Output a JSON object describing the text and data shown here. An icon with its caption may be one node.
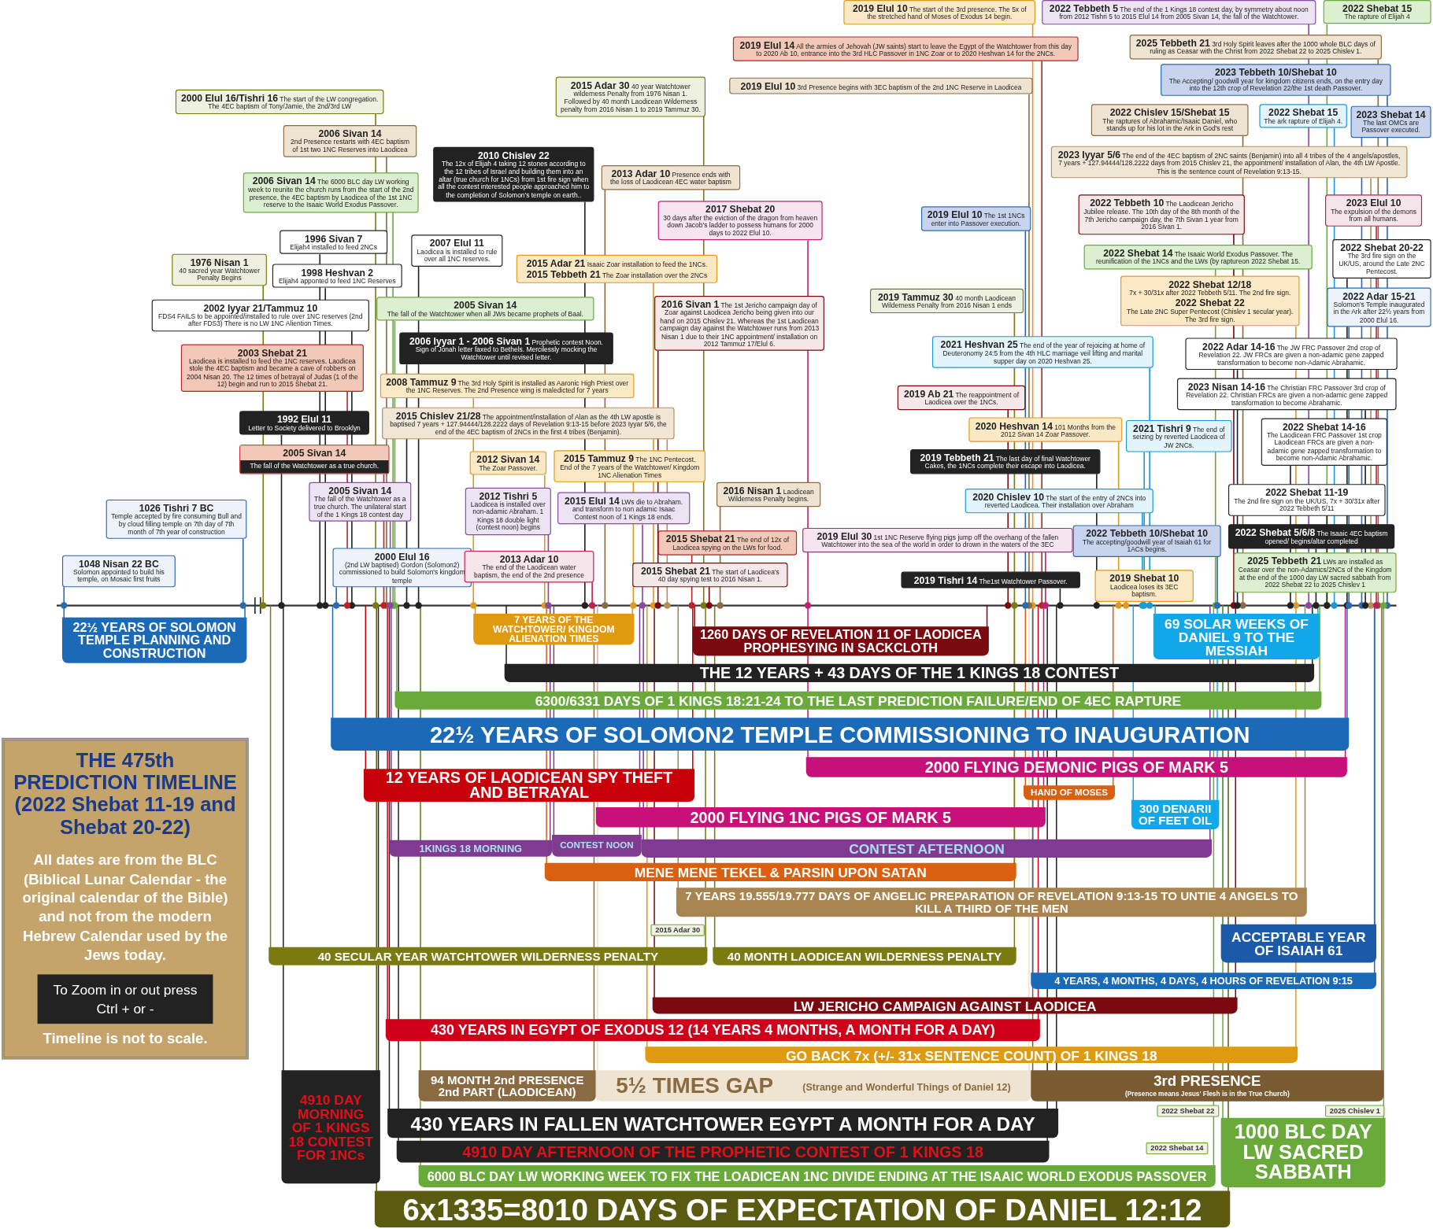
{
  "diagram": {
    "title": "THE 475th PREDICTION TIMELINE (2022 Shebat 11-19 and Shebat 20-22)",
    "nodes": [
      {
        "text": [
          "2000 Elul 16/Tishri 16",
          "The start of the LW congregation. The 4EC baptism of Tony/Jamie, the 2nd/3rd LW"
        ]
      },
      {
        "text": [
          "2006 Sivan 14",
          "2nd Presence restarts with 4EC baptism of 1st two 1NC Reserves into Laodicea"
        ]
      },
      {
        "text": [
          "2006 Sivan 14",
          "The 6000 BLC day LW working week to reunite the church runs from the start of the 2nd presence, the 4EC baptism by Laodicea of the 1st 1NC reserve to the Isaaic World Exodus Passover."
        ]
      },
      {
        "text": [
          "1996 Sivan 7",
          "Elijah4 installed to feed 2NCs"
        ]
      },
      {
        "text": [
          "1976 Nisan 1",
          "40 sacred year Watchtower Penalty Begins"
        ]
      },
      {
        "text": [
          "1998 Heshvan 2",
          "Elijah4 apponted to feed 1NC Reserves"
        ]
      },
      {
        "text": [
          "2002 Iyyar 21/Tammuz 10",
          "FDS4 FAILS to be appointed/installed to rule over 1NC reserves (2nd after FDS3) There is no LW 1NC Aliention Times."
        ]
      },
      {
        "text": [
          "2010 Chislev 22",
          "The 12x of Elijah 4 taking 12 stones according to the 12 tribes of Israel and building them into an altar (true church for 1NCs) from 1st fire sign when all the contest interested people approached him to the completion of Solomon's temple on earth.."
        ]
      },
      {
        "text": [
          "2007 Elul 11",
          "Laodicea is installed to rule over all 1NC reserves."
        ]
      },
      {
        "text": [
          "2005 Sivan 14",
          "The fall of the Watchtower when all JWs became prophets of Baal."
        ]
      },
      {
        "text": [
          "2003 Shebat 21",
          "Laodicea is installed to feed the 1NC reserves. Laodicea stole the 4EC baptism and became a cave of robbers on 2004 Nisan 20. The 12 times of betrayal of Judas (1 of the 12) begin and run to 2015 Shebat 21."
        ]
      },
      {
        "text": [
          "1992 Elul 11",
          "Letter to Society delivered to Brooklyn"
        ]
      },
      {
        "text": [
          "2005 Sivan 14",
          "The fall of the Watchtower as a true church."
        ]
      },
      {
        "text": [
          "2006 Iyyar 1 - 2006 Sivan 1",
          "Prophetic contest Noon. Sign of Jonah letter faxed to Bethels. Mercilessly mocking the Watchtower until revised letter."
        ]
      },
      {
        "text": [
          "2008 Tammuz 9",
          "The 3rd Holy Spirit is installed as Aaronic High Priest over the 1NC Reserves. The 2nd Presence wing is maledicted for 7 years"
        ]
      },
      {
        "text": [
          "2015 Chislev 21/28",
          "The appointment/installation of Alan as the 4th LW apostle is baptised 7 years + 127.94444/128.2222 days of Revelation 9:13-15 before 2023 Iyyar 5/6, the end of the 4EC baptism of 2NCs in the first 4 tribes (Benjamin)."
        ]
      },
      {
        "text": [
          "1026 Tishri 7 BC",
          "Temple accepted by fire consuming Bull and by cloud filling temple on 7th day of 7th month of 7th year of construction"
        ]
      },
      {
        "text": [
          "1048 Nisan 22 BC",
          "Solomon appointed to build his temple, on Mosaic first fruits"
        ]
      },
      {
        "text": [
          "2005 Sivan 14",
          "The fall of the Watchtower as a true church. The unilateral start of the 1 Kings 18 contest day"
        ]
      },
      {
        "text": [
          "2000 Elul 16",
          "(2nd LW baptised) Gordon (Solomon2) commissioned to build Solomon's kingdom temple"
        ]
      },
      {
        "text": [
          "2012 Sivan 14",
          "The Zoar Passover."
        ]
      },
      {
        "text": [
          "2012 Tishri 5",
          "Laodicea is installed over non-adamic Abraham. 1 Kings 18 double light (contest noon) begins"
        ]
      },
      {
        "text": [
          "2013 Adar 10",
          "The end of the Laodicean water baptism, the end of the 2nd presence"
        ]
      },
      {
        "text": [
          "2015 Tammuz 9",
          "The 1NC Pentecost. End of the 7 years of the Watchtower/ Kingdom 1NC Alienation Times"
        ]
      },
      {
        "text": [
          "2015 Elul 14",
          "LWs die to Abraham. and transform to non adamic Isaac Contest noon of 1 Kings 18 ends."
        ]
      },
      {
        "text": [
          "2015 Adar 30",
          "40 year Watchtower wilderness Penalty from 1976 Nisan 1. Followed by 40 month Laodicean Wilderness penalty from 2016 Nisan 1 to 2019 Tammuz 30."
        ]
      },
      {
        "text": [
          "2013 Adar 10",
          "Presence ends with the loss of Laodicean 4EC water baptism"
        ]
      },
      {
        "text": [
          "2017 Shebat 20",
          "30 days after the eviction of the dragon from heaven down Jacob's ladder to possess humans for 2000 days to 2022 Elul 10."
        ]
      },
      {
        "text": [
          "2015 Adar 21",
          "Isaaic Zoar installation to feed the 1NCs.",
          "2015 Tebbeth 21",
          "The Zoar installation over the 2NCs"
        ]
      },
      {
        "text": [
          "2016 Sivan 1",
          "The 1st Jericho campaign day of Zoar against Laodicea Jericho being given into our hand on 2015 Chislev 21. Whereas the 1st Laodicean campaign day against the Watchtower runs from 2013 Nisan 1 due to their 1NC appointment/ installation on 2012 Tammuz 17/Elul 6."
        ]
      },
      {
        "text": [
          "2016 Nisan 1",
          "Laodicean Wilderness Penalty begins."
        ]
      },
      {
        "text": [
          "2015 Shebat 21",
          "The end of 12x of Laodicea spying on the LWs for food."
        ]
      },
      {
        "text": [
          "2015 Shebat 21",
          "The start of Laodicea's 40 day spying test to 2016 Nisan 1."
        ]
      },
      {
        "text": [
          "2019 Elul 10",
          "The start of the 3rd presence. The 5x of the stretched hand of Moses of Exodus 14 begin."
        ]
      },
      {
        "text": [
          "2022 Tebbeth 5",
          "The end of the 1 Kings 18 contest day, by symmetry about noon from 2012 Tishri 5 to 2015 Elul 14 from 2005 Sivan 14, the fall of the Watchtower."
        ]
      },
      {
        "text": [
          "2022 Shebat 15",
          "The rapture of Elijah 4"
        ]
      },
      {
        "text": [
          "2019 Elul 14",
          "All the armies of Jehovah (JW saints) start to leave the Egypt of the Watchtower from this day to 2020 Ab 10, entrance into the 3rd HLC Passover in 1NC Zoar or to 2020 Heshvan 14 for the 2NCs."
        ]
      },
      {
        "text": [
          "2025 Tebbeth 21",
          "3rd Holy Spirit leaves after the 1000 whole BLC days of ruling as Ceasar with the Christ from 2022 Shebat 22 to 2025 Chislev 1."
        ]
      },
      {
        "text": [
          "2019 Elul 10",
          "3rd Presence begins with 3EC baptism of the 2nd 1NC Reserve in Laodicea"
        ]
      },
      {
        "text": [
          "2023 Tebbeth 10/Shebat 10",
          "The Accepting/ goodwill year for kingdom citizens ends, on the entry day into the 12th crop of Revelation 22/the 1st death Passover."
        ]
      },
      {
        "text": [
          "2022 Chislev 15/Shebat 15",
          "The raptures of Abrahamic/Isaaic Daniel, who stands up for his lot in the Ark in God's rest"
        ]
      },
      {
        "text": [
          "2022 Shebat 15",
          "The ark rapture of Elijah 4."
        ]
      },
      {
        "text": [
          "2023 Shebat 14",
          "The last OMCs are Passover executed."
        ]
      },
      {
        "text": [
          "2023 Iyyar 5/6",
          "The end of the 4EC baptism of 2NC saints (Benjamin) into all 4 tribes of the 4 angels/apostles, 7 years + 127.94444/128.2222 days from 2015 Chislev 21, the appointment/ installation of Alan, the 4th LW Apostle. This is the sentence count of Revelation 9:13-15."
        ]
      },
      {
        "text": [
          "2019 Elul 10",
          "The 1st 1NCs enter into Passover execution."
        ]
      },
      {
        "text": [
          "2022 Tebbeth 10",
          "The Laodicean Jericho Jubilee release. The 10th day of the 8th month of the 7th Jericho campaign day, the 7th Sivan 1 year from 2016 Sivan 1."
        ]
      },
      {
        "text": [
          "2023 Elul 10",
          "The expulsion of the demons from all humans."
        ]
      },
      {
        "text": [
          "2022 Shebat 14",
          "The Isaaic World Exodus Passover. The reunification of the 1NCs and the LWs (by raptureon 2022 Shebat 15."
        ]
      },
      {
        "text": [
          "2022 Shebat 20-22",
          "The 3rd fire sign on the UK/US, around the Late 2NC Pentecost."
        ]
      },
      {
        "text": [
          "2019 Tammuz 30",
          "40 month Laodicean Wilderness Penalty from 2016 Nisan 1 ends"
        ]
      },
      {
        "text": [
          "2022 Shebat 12/18",
          "7x + 30/31x after 2022 Tebbeth 5/11. The 2nd fire sign.",
          "2022 Shebat 22",
          "The Late 2NC Super Pentecost (Chislev 1 secular year). The 3rd fire sign."
        ]
      },
      {
        "text": [
          "2022 Adar 15-21",
          "Solomon's Temple inaugurated in the Ark after 22½ years from 2000 Elul 16."
        ]
      },
      {
        "text": [
          "2021 Heshvan 25",
          "The end of the year of rejoicing at home of Deuteronomy 24:5 from the 4th HLC marriage veil lifting and marital supper day on 2020 Heshvan 25."
        ]
      },
      {
        "text": [
          "2022 Adar 14-16",
          "The JW FRC Passover 2nd crop of Revelation 22. JW FRCs are given a non-adamic gene zapped transformation to become non-Adamic Abrahamic."
        ]
      },
      {
        "text": [
          "2019 Ab 21",
          "The reappointment of Laodicea over the 1NCs."
        ]
      },
      {
        "text": [
          "2023 Nisan 14-16",
          "The Christian FRC Passover 3rd crop of Revelation 22. Christian FRCs are given a non-adamic gene zapped transformation to become Abrahamic."
        ]
      },
      {
        "text": [
          "2020 Heshvan 14",
          "101 Months from the 2012 Sivan 14 Zoar Passover."
        ]
      },
      {
        "text": [
          "2021 Tishri 9",
          "The end of seizing by reverted Laodicea of JW 2NCs."
        ]
      },
      {
        "text": [
          "2022 Shebat 14-16",
          "The Laodicean FRC Passover 1st crop Laodicean FRCs are given a non-adamic gene zapped transformation to become non-Adamic Abrahamic."
        ]
      },
      {
        "text": [
          "2019 Tebbeth 21",
          "The last day of final Watchtower Cakes, the 1NCs complete their escape into Laodicea."
        ]
      },
      {
        "text": [
          "2020 Chislev 10",
          "The start of the entry of 2NCs into reverted Laodicea. Their installation over Abraham"
        ]
      },
      {
        "text": [
          "2022 Shebat 11-19",
          "The 2nd fire sign on the UK/US, 7x + 30/31x after 2022 Tebbeth 5/11"
        ]
      },
      {
        "text": [
          "2019 Elul 30",
          "1st 1NC Reserve flying pigs jump off the overhang of the fallen Watchtower into the sea of the world in order to drown in the waters of the 3EC"
        ]
      },
      {
        "text": [
          "2022 Tebbeth 10/Shebat 10",
          "The accepting/goodwill year of Isaiah 61 for 1ACs begins."
        ]
      },
      {
        "text": [
          "2022 Shebat 5/6/8",
          "The Isaaic 4EC baptism opened/ begins/altar completed"
        ]
      },
      {
        "text": [
          "2019 Tishri 14",
          "The1st Watchtower Passover."
        ]
      },
      {
        "text": [
          "2019 Shebat 10",
          "Laodicea loses its 3EC baptism."
        ]
      },
      {
        "text": [
          "2025 Tebbeth 21",
          "LWs are installed as Ceasar over the non-Adamics/2NCs of the Kingdom at the end of the 1000 day LW sacred sabbath from 2022 Shebat 22 to 2025 Chislev 1"
        ]
      },
      {
        "text": [
          "22½ YEARS OF SOLOMON TEMPLE PLANNING AND CONSTRUCTION"
        ]
      },
      {
        "text": [
          "7 YEARS OF THE WATCHTOWER/ KINGDOM ALIENATION TIMES"
        ]
      },
      {
        "text": [
          "1260 DAYS OF REVELATION 11 OF LAODICEA PROPHESYING IN SACKCLOTH"
        ]
      },
      {
        "text": [
          "69 SOLAR WEEKS OF DANIEL 9 TO THE MESSIAH"
        ]
      },
      {
        "text": [
          "THE 12 YEARS + 43 DAYS OF THE 1 KINGS 18 CONTEST"
        ]
      },
      {
        "text": [
          "6300/6331 DAYS OF 1 KINGS 18:21-24 TO THE LAST PREDICTION FAILURE/END OF 4EC RAPTURE"
        ]
      },
      {
        "text": [
          "22½ YEARS OF SOLOMON2 TEMPLE COMMISSIONING TO INAUGURATION"
        ]
      },
      {
        "text": [
          "2000 FLYING DEMONIC PIGS OF MARK 5"
        ]
      },
      {
        "text": [
          "12 YEARS OF LAODICEAN SPY THEFT AND BETRAYAL"
        ]
      },
      {
        "text": [
          "HAND OF MOSES"
        ]
      },
      {
        "text": [
          "2000 FLYING 1NC PIGS OF MARK 5"
        ]
      },
      {
        "text": [
          "300 DENARII OF FEET OIL"
        ]
      },
      {
        "text": [
          "1KINGS 18 MORNING"
        ]
      },
      {
        "text": [
          "CONTEST NOON"
        ]
      },
      {
        "text": [
          "CONTEST AFTERNOON"
        ]
      },
      {
        "text": [
          "MENE MENE TEKEL & PARSIN UPON SATAN"
        ]
      },
      {
        "text": [
          "7 YEARS 19.555/19.777 DAYS OF ANGELIC PREPARATION OF REVELATION 9:13-15 TO UNTIE 4 ANGELS TO KILL A THIRD OF THE MEN"
        ]
      },
      {
        "text": [
          "40 SECULAR YEAR WATCHTOWER WILDERNESS PENALTY"
        ]
      },
      {
        "text": [
          "40 MONTH LAODICEAN WILDERNESS PENALTY"
        ]
      },
      {
        "text": [
          "ACCEPTABLE YEAR OF ISAIAH 61"
        ]
      },
      {
        "text": [
          "4 YEARS, 4 MONTHS, 4 DAYS, 4 HOURS OF REVELATION 9:15"
        ]
      },
      {
        "text": [
          "LW JERICHO CAMPAIGN AGAINST LAODICEA"
        ]
      },
      {
        "text": [
          "430 YEARS IN EGYPT OF EXODUS 12 (14 YEARS 4 MONTHS, A MONTH FOR A DAY)"
        ]
      },
      {
        "text": [
          "GO BACK 7x (+/- 31x SENTENCE COUNT) OF 1 KINGS 18"
        ]
      },
      {
        "text": [
          "94 MONTH 2nd PRESENCE 2nd PART (LAODICEAN)"
        ]
      },
      {
        "text": [
          "5½ TIMES GAP",
          "(Strange and Wonderful Things of Daniel 12)"
        ]
      },
      {
        "text": [
          "3rd PRESENCE",
          "(Presence means Jesus' Flesh is in the True Church)"
        ]
      },
      {
        "text": [
          "4910 DAY MORNING OF 1 KINGS 18 CONTEST FOR 1NCs"
        ]
      },
      {
        "text": [
          "430 YEARS IN FALLEN WATCHTOWER EGYPT A MONTH FOR A DAY"
        ]
      },
      {
        "text": [
          "4910 DAY AFTERNOON OF THE PROPHETIC CONTEST OF 1 KINGS 18"
        ]
      },
      {
        "text": [
          "6000 BLC DAY LW WORKING WEEK TO FIX THE LOADICEAN 1NC DIVIDE ENDING AT THE ISAAIC WORLD EXODUS PASSOVER"
        ]
      },
      {
        "text": [
          "1000 BLC DAY LW SACRED SABBATH"
        ]
      },
      {
        "text": [
          "6x1335=8010 DAYS OF EXPECTATION OF DANIEL 12:12"
        ]
      },
      {
        "text": [],
        "shape": "bar"
      }
    ],
    "edges": [
      {
        "from": 0,
        "to": 101,
        "arrow": "other",
        "color": "#7a7a10"
      },
      {
        "from": 1,
        "to": 101,
        "arrow": "other",
        "color": "#8b6b45"
      },
      {
        "from": 2,
        "to": 101,
        "arrow": "other",
        "color": "#6aaa3a"
      },
      {
        "from": 3,
        "to": 101,
        "arrow": "other"
      },
      {
        "from": 4,
        "to": 101,
        "arrow": "other",
        "color": "#7a7a10"
      },
      {
        "from": 5,
        "to": 101,
        "arrow": "other"
      },
      {
        "from": 6,
        "to": 101,
        "arrow": "other"
      },
      {
        "from": 7,
        "to": 101,
        "arrow": "other"
      },
      {
        "from": 8,
        "to": 101,
        "arrow": "other"
      },
      {
        "from": 9,
        "to": 101,
        "arrow": "other",
        "color": "#6aaa3a"
      },
      {
        "from": 10,
        "to": 101,
        "arrow": "other",
        "color": "#c0202a"
      },
      {
        "from": 11,
        "to": 101,
        "arrow": "other"
      },
      {
        "from": 12,
        "to": 101,
        "arrow": "other",
        "color": "#c0202a"
      },
      {
        "from": 13,
        "to": 101,
        "arrow": "other"
      },
      {
        "from": 14,
        "to": 101,
        "arrow": "other",
        "color": "#e09a20"
      },
      {
        "from": 15,
        "to": 101,
        "arrow": "other",
        "color": "#b0905a"
      },
      {
        "from": 16,
        "to": 101,
        "arrow": "other",
        "color": "#2a6ab0"
      },
      {
        "from": 17,
        "to": 101,
        "arrow": "other",
        "color": "#2a6ab0"
      },
      {
        "from": 18,
        "to": 101,
        "arrow": "other",
        "color": "#8a4aa0"
      },
      {
        "from": 19,
        "to": 101,
        "arrow": "other",
        "color": "#2a6ab0"
      },
      {
        "from": 20,
        "to": 101,
        "arrow": "other",
        "color": "#e09a20"
      },
      {
        "from": 21,
        "to": 101,
        "arrow": "other",
        "color": "#8a4aa0"
      },
      {
        "from": 22,
        "to": 101,
        "arrow": "other",
        "color": "#c02050"
      },
      {
        "from": 23,
        "to": 101,
        "arrow": "other",
        "color": "#e09a20"
      },
      {
        "from": 24,
        "to": 101,
        "arrow": "other",
        "color": "#8a4aa0"
      },
      {
        "from": 25,
        "to": 101,
        "arrow": "other",
        "color": "#7a7a10"
      },
      {
        "from": 26,
        "to": 101,
        "arrow": "other",
        "color": "#8b6b45"
      },
      {
        "from": 27,
        "to": 101,
        "arrow": "other",
        "color": "#c0207a"
      },
      {
        "from": 28,
        "to": 101,
        "arrow": "other",
        "color": "#e09a20"
      },
      {
        "from": 29,
        "to": 101,
        "arrow": "other",
        "color": "#7a0a10"
      },
      {
        "from": 30,
        "to": 101,
        "arrow": "other",
        "color": "#8b6b45"
      },
      {
        "from": 31,
        "to": 101,
        "arrow": "other",
        "color": "#c0202a"
      },
      {
        "from": 32,
        "to": 101,
        "arrow": "other",
        "color": "#7a0a10"
      },
      {
        "from": 33,
        "to": 101,
        "arrow": "other",
        "color": "#e09a20"
      },
      {
        "from": 34,
        "to": 101,
        "arrow": "other",
        "color": "#8a4aa0"
      },
      {
        "from": 35,
        "to": 101,
        "arrow": "other",
        "color": "#6aaa3a"
      },
      {
        "from": 36,
        "to": 101,
        "arrow": "other",
        "color": "#c0202a"
      },
      {
        "from": 37,
        "to": 101,
        "arrow": "other",
        "color": "#8b6b45"
      },
      {
        "from": 38,
        "to": 101,
        "arrow": "other",
        "color": "#8b6b45"
      },
      {
        "from": 39,
        "to": 101,
        "arrow": "other",
        "color": "#2a6ab0"
      },
      {
        "from": 40,
        "to": 101,
        "arrow": "other",
        "color": "#8b6b45"
      },
      {
        "from": 41,
        "to": 101,
        "arrow": "other",
        "color": "#1a9ad8"
      },
      {
        "from": 42,
        "to": 101,
        "arrow": "other",
        "color": "#2a6ab0"
      },
      {
        "from": 43,
        "to": 101,
        "arrow": "other",
        "color": "#b0905a"
      },
      {
        "from": 44,
        "to": 101,
        "arrow": "other",
        "color": "#2a6ab0"
      },
      {
        "from": 45,
        "to": 101,
        "arrow": "other",
        "color": "#7a0a10"
      },
      {
        "from": 46,
        "to": 101,
        "arrow": "other",
        "color": "#c02050"
      },
      {
        "from": 47,
        "to": 101,
        "arrow": "other",
        "color": "#6aaa3a"
      },
      {
        "from": 48,
        "to": 101,
        "arrow": "other"
      },
      {
        "from": 49,
        "to": 101,
        "arrow": "other",
        "color": "#7a7a10"
      },
      {
        "from": 50,
        "to": 101,
        "arrow": "other",
        "color": "#e09a20"
      },
      {
        "from": 51,
        "to": 101,
        "arrow": "other",
        "color": "#2a6ab0"
      },
      {
        "from": 52,
        "to": 101,
        "arrow": "other",
        "color": "#1a9ad8"
      },
      {
        "from": 53,
        "to": 101,
        "arrow": "other"
      },
      {
        "from": 54,
        "to": 101,
        "arrow": "other",
        "color": "#7a0a10"
      },
      {
        "from": 55,
        "to": 101,
        "arrow": "other"
      },
      {
        "from": 56,
        "to": 101,
        "arrow": "other",
        "color": "#e09a20"
      },
      {
        "from": 57,
        "to": 101,
        "arrow": "other",
        "color": "#1a9ad8"
      },
      {
        "from": 58,
        "to": 101,
        "arrow": "other"
      },
      {
        "from": 59,
        "to": 101,
        "arrow": "other"
      },
      {
        "from": 60,
        "to": 101,
        "arrow": "other",
        "color": "#1a9ad8"
      },
      {
        "from": 61,
        "to": 101,
        "arrow": "other"
      },
      {
        "from": 62,
        "to": 101,
        "arrow": "other",
        "color": "#c0207a"
      },
      {
        "from": 63,
        "to": 101,
        "arrow": "other",
        "color": "#2a6ab0"
      },
      {
        "from": 64,
        "to": 101,
        "arrow": "other"
      },
      {
        "from": 65,
        "to": 101,
        "arrow": "other"
      },
      {
        "from": 66,
        "to": 101,
        "arrow": "other",
        "color": "#e09a20"
      },
      {
        "from": 67,
        "to": 101,
        "arrow": "other",
        "color": "#6aaa3a"
      }
    ],
    "labels": [
      "All dates are from the BLC (Biblical Lunar Calendar - the original calendar of the Bible) and not from the modern Hebrew Calendar used by the Jews today.",
      "To Zoom in or out press Ctrl + or -",
      "Timeline is not to scale.",
      "2015 Adar 30",
      "2022 Shebat 22",
      "2025 Chislev 1",
      "2022 Shebat 14"
    ]
  }
}
